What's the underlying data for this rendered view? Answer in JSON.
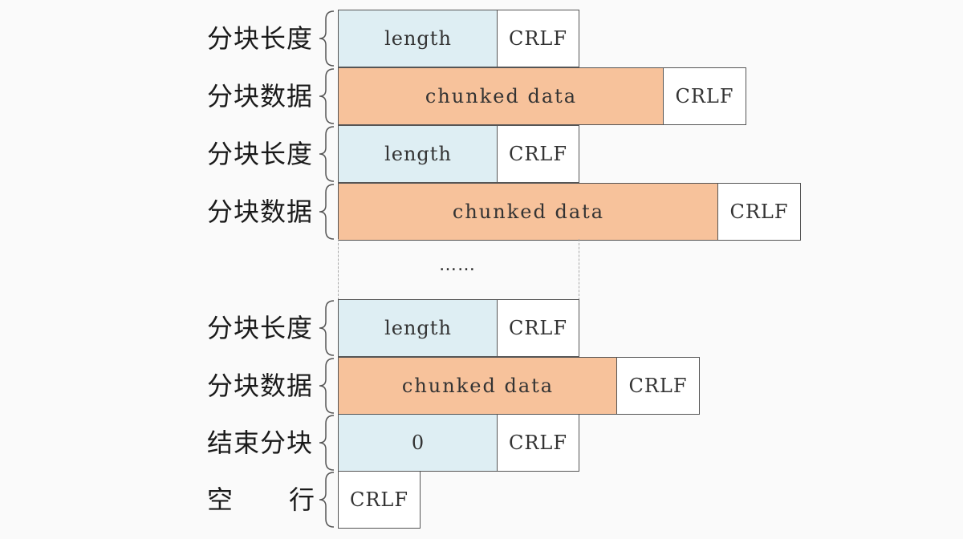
{
  "rows": [
    {
      "label": "分块长度",
      "box": "length",
      "crlf": "CRLF"
    },
    {
      "label": "分块数据",
      "box": "chunked data",
      "crlf": "CRLF"
    },
    {
      "label": "分块长度",
      "box": "length",
      "crlf": "CRLF"
    },
    {
      "label": "分块数据",
      "box": "chunked data",
      "crlf": "CRLF"
    },
    {
      "label": "分块长度",
      "box": "length",
      "crlf": "CRLF"
    },
    {
      "label": "分块数据",
      "box": "chunked data",
      "crlf": "CRLF"
    },
    {
      "label": "结束分块",
      "box": "0",
      "crlf": "CRLF"
    },
    {
      "label_left": "空",
      "label_right": "行",
      "crlf": "CRLF"
    }
  ],
  "ellipsis": "……",
  "colors": {
    "length_box": "#deeef3",
    "data_box": "#f7c29b",
    "crlf_box": "#ffffff",
    "border": "#555555"
  }
}
